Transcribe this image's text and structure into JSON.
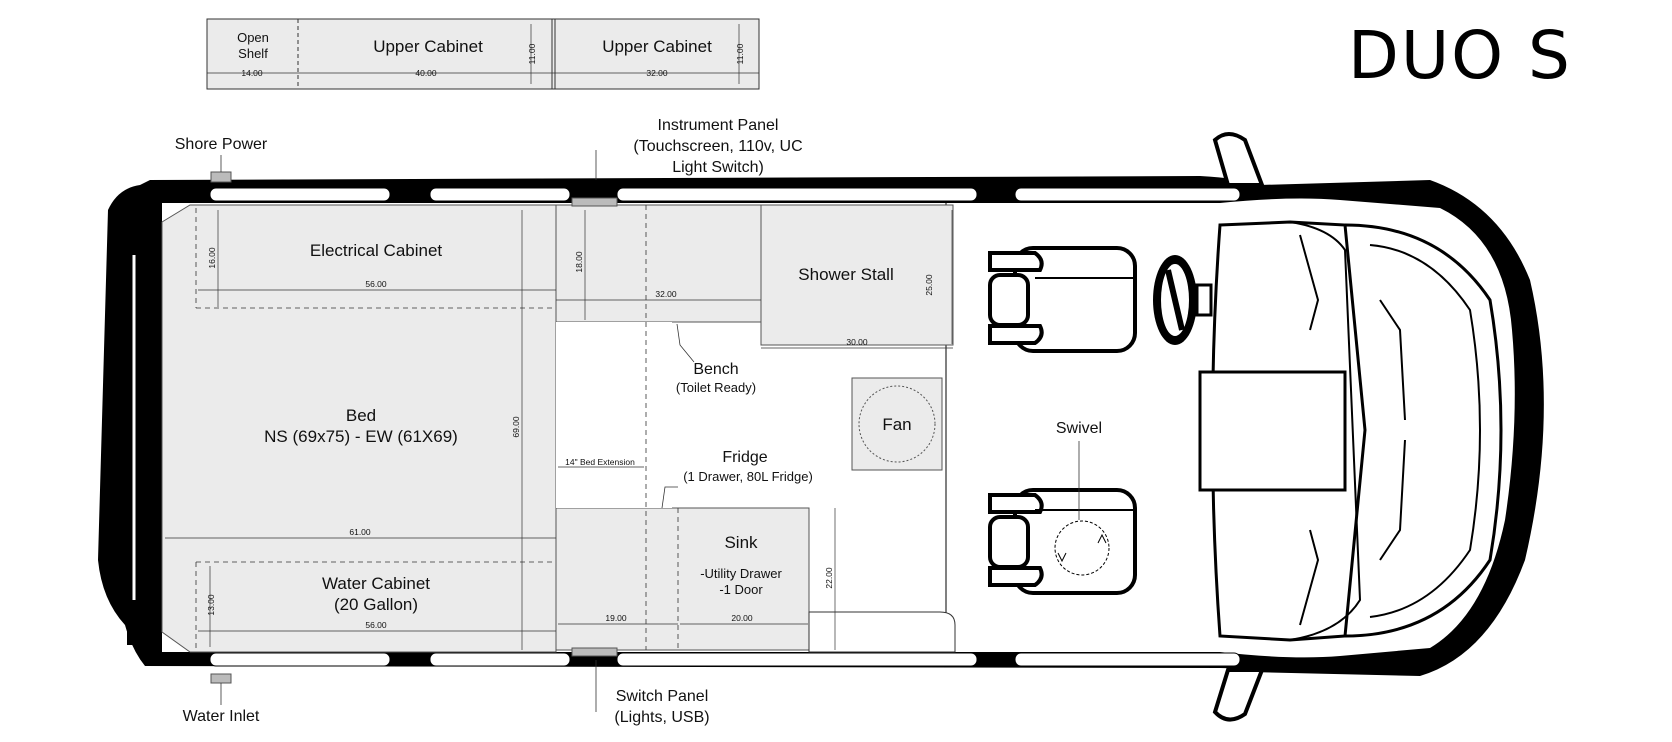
{
  "title": "DUO S",
  "upper_cabinets": {
    "open_shelf": "Open Shelf",
    "upper_cabinet_1": "Upper Cabinet",
    "upper_cabinet_2": "Upper Cabinet",
    "dims": {
      "open_shelf_w": "14.00",
      "cab1_w": "40.00",
      "cab1_h": "11.00",
      "cab2_w": "32.00",
      "cab2_h": "11.00"
    }
  },
  "callouts": {
    "shore_power": "Shore Power",
    "water_inlet": "Water Inlet",
    "instrument_panel": [
      "Instrument Panel",
      "(Touchscreen, 110v, UC",
      "Light Switch)"
    ],
    "switch_panel": [
      "Switch Panel",
      "(Lights, USB)"
    ],
    "bench": "Bench",
    "bench_note": "(Toilet Ready)",
    "fridge": "Fridge",
    "fridge_note": "(1 Drawer, 80L Fridge)",
    "fan": "Fan",
    "swivel": "Swivel",
    "bed_extension": "14\" Bed Extension"
  },
  "zones": {
    "electrical_cabinet": "Electrical Cabinet",
    "shower_stall": "Shower Stall",
    "bed_line1": "Bed",
    "bed_line2": "NS (69x75) - EW (61X69)",
    "water_cabinet_line1": "Water Cabinet",
    "water_cabinet_line2": "(20 Gallon)",
    "sink": "Sink",
    "sink_note1": "-Utility Drawer",
    "sink_note2": "-1 Door"
  },
  "dimensions": {
    "elec_h": "16.00",
    "elec_w": "56.00",
    "bench_h": "18.00",
    "bench_w": "32.00",
    "shower_h": "25.00",
    "shower_w": "30.00",
    "bed_h": "69.00",
    "bed_w": "61.00",
    "water_h": "13.00",
    "water_w": "56.00",
    "sink_h": "22.00",
    "galley_w1": "19.00",
    "galley_w2": "20.00"
  }
}
